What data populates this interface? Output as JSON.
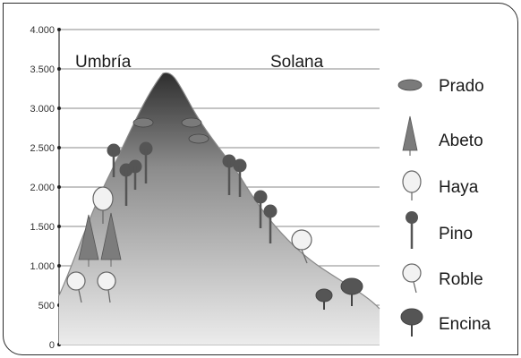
{
  "diagram": {
    "slopes": {
      "left": "Umbría",
      "right": "Solana"
    },
    "y_axis_ticks": [
      "4.000",
      "3.500",
      "3.000",
      "2.500",
      "2.000",
      "1.500",
      "1.000",
      "500",
      "0"
    ],
    "legend": [
      {
        "label": "Prado",
        "icon": "meadow-icon"
      },
      {
        "label": "Abeto",
        "icon": "fir-tree-icon"
      },
      {
        "label": "Haya",
        "icon": "beech-tree-icon"
      },
      {
        "label": "Pino",
        "icon": "pine-tree-icon"
      },
      {
        "label": "Roble",
        "icon": "oak-tree-icon"
      },
      {
        "label": "Encina",
        "icon": "holm-oak-icon"
      }
    ],
    "colors": {
      "mountain_top": "#3a3a3a",
      "mountain_bottom": "#e6e6e6",
      "grid": "#8a8a8a",
      "tree": "#555555"
    }
  }
}
